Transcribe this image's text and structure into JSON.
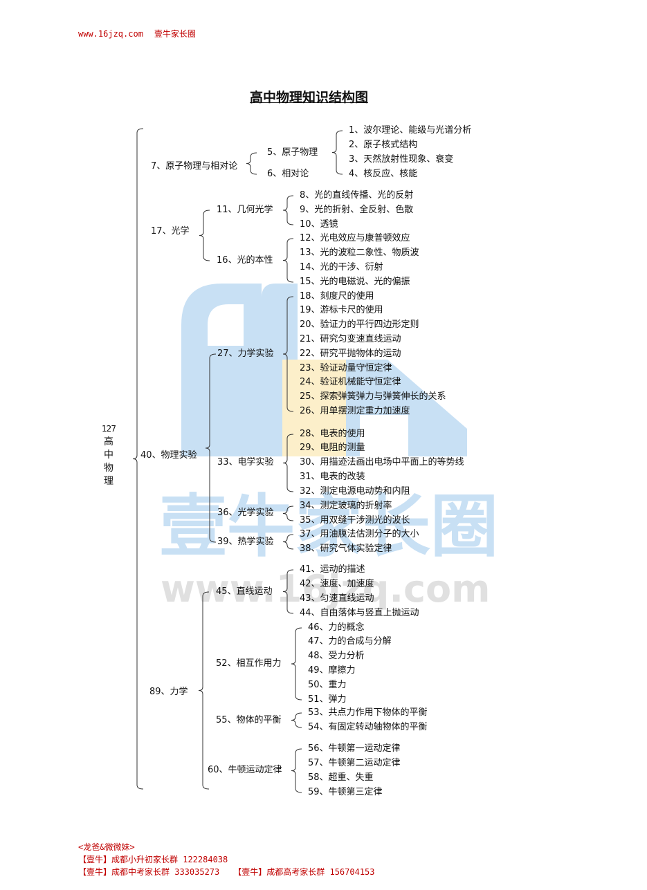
{
  "header": {
    "site": "www.16jzq.com",
    "brand": "壹牛家长圈"
  },
  "title": "高中物理知识结构图",
  "watermark": {
    "brand": "壹牛家长圈",
    "url": "www.16jzq.com",
    "blue": "#4a90d9",
    "yellow": "#f5c842"
  },
  "root": {
    "count": "127",
    "chars": [
      "高",
      "中",
      "物",
      "理"
    ]
  },
  "tree": [
    {
      "label": "7、原子物理与相对论",
      "children": [
        {
          "label": "5、原子物理",
          "children": [
            "1、波尔理论、能级与光谱分析",
            "2、原子核式结构",
            "3、天然放射性现象、衰变",
            "4、核反应、核能"
          ]
        },
        {
          "label": "6、相对论",
          "children": []
        }
      ]
    },
    {
      "label": "17、光学",
      "children": [
        {
          "label": "11、几何光学",
          "children": [
            "8、光的直线传播、光的反射",
            "9、光的折射、全反射、色散",
            "10、透镜"
          ]
        },
        {
          "label": "16、光的本性",
          "children": [
            "12、光电效应与康普顿效应",
            "13、光的波粒二象性、物质波",
            "14、光的干涉、衍射",
            "15、光的电磁说、光的偏振"
          ]
        }
      ]
    },
    {
      "label": "40、物理实验",
      "children": [
        {
          "label": "27、力学实验",
          "children": [
            "18、刻度尺的使用",
            "19、游标卡尺的使用",
            "20、验证力的平行四边形定则",
            "21、研究匀变速直线运动",
            "22、研究平抛物体的运动",
            "23、验证动量守恒定律",
            "24、验证机械能守恒定律",
            "25、探索弹簧弹力与弹簧伸长的关系",
            "26、用单摆测定重力加速度"
          ]
        },
        {
          "label": "33、电学实验",
          "children": [
            "28、电表的使用",
            "29、电阻的测量",
            "30、用描迹法画出电场中平面上的等势线",
            "31、电表的改装",
            "32、测定电源电动势和内阻"
          ]
        },
        {
          "label": "36、光学实验",
          "children": [
            "34、测定玻璃的折射率",
            "35、用双缝干涉测光的波长"
          ]
        },
        {
          "label": "39、热学实验",
          "children": [
            "37、用油膜法估测分子的大小",
            "38、研究气体实验定律"
          ]
        }
      ]
    },
    {
      "label": "89、力学",
      "children": [
        {
          "label": "45、直线运动",
          "children": [
            "41、运动的描述",
            "42、速度、加速度",
            "43、匀速直线运动",
            "44、自由落体与竖直上抛运动"
          ]
        },
        {
          "label": "52、相互作用力",
          "children": [
            "46、力的概念",
            "47、力的合成与分解",
            "48、受力分析",
            "49、摩擦力",
            "50、重力",
            "51、弹力"
          ]
        },
        {
          "label": "55、物体的平衡",
          "children": [
            "53、共点力作用下物体的平衡",
            "54、有固定转动轴物体的平衡"
          ]
        },
        {
          "label": "60、牛顿运动定律",
          "children": [
            "56、牛顿第一运动定律",
            "57、牛顿第二运动定律",
            "58、超重、失重",
            "59、牛顿第三定律"
          ]
        }
      ]
    }
  ],
  "footer": {
    "line1": "<龙爸&微微妹>",
    "line2": "【壹牛】成都小升初家长群 122284038",
    "line3a": "【壹牛】成都中考家长群 333035273",
    "line3b": "【壹牛】成都高考家长群 156704153"
  }
}
